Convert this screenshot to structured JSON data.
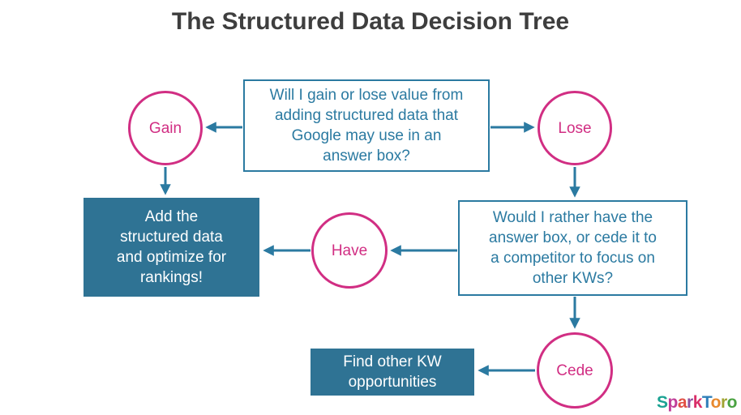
{
  "title": "The Structured Data Decision Tree",
  "colors": {
    "teal_outline": "#2b7aa1",
    "teal_fill": "#2f7394",
    "pink": "#d12e83",
    "title_text": "#3e3e3e",
    "arrow": "#2b7aa1"
  },
  "nodes": {
    "question_top": "Will I gain or lose value from\nadding structured data that\nGoogle may use in an\nanswer box?",
    "gain_label": "Gain",
    "lose_label": "Lose",
    "add_action": "Add the\nstructured data\nand optimize for\nrankings!",
    "have_label": "Have",
    "question_rather": "Would I rather have the\nanswer box, or cede it to\na competitor to focus on\nother KWs?",
    "cede_label": "Cede",
    "find_action": "Find other KW\nopportunities"
  },
  "logo": {
    "text": "SparkToro",
    "letters": [
      {
        "ch": "S",
        "color": "#1ba393"
      },
      {
        "ch": "p",
        "color": "#c03d98"
      },
      {
        "ch": "a",
        "color": "#e14f44"
      },
      {
        "ch": "r",
        "color": "#8e4f9e"
      },
      {
        "ch": "k",
        "color": "#d92e68"
      },
      {
        "ch": "T",
        "color": "#2f7fb9"
      },
      {
        "ch": "o",
        "color": "#e8892d"
      },
      {
        "ch": "r",
        "color": "#a0a433"
      },
      {
        "ch": "o",
        "color": "#4aa241"
      }
    ]
  }
}
